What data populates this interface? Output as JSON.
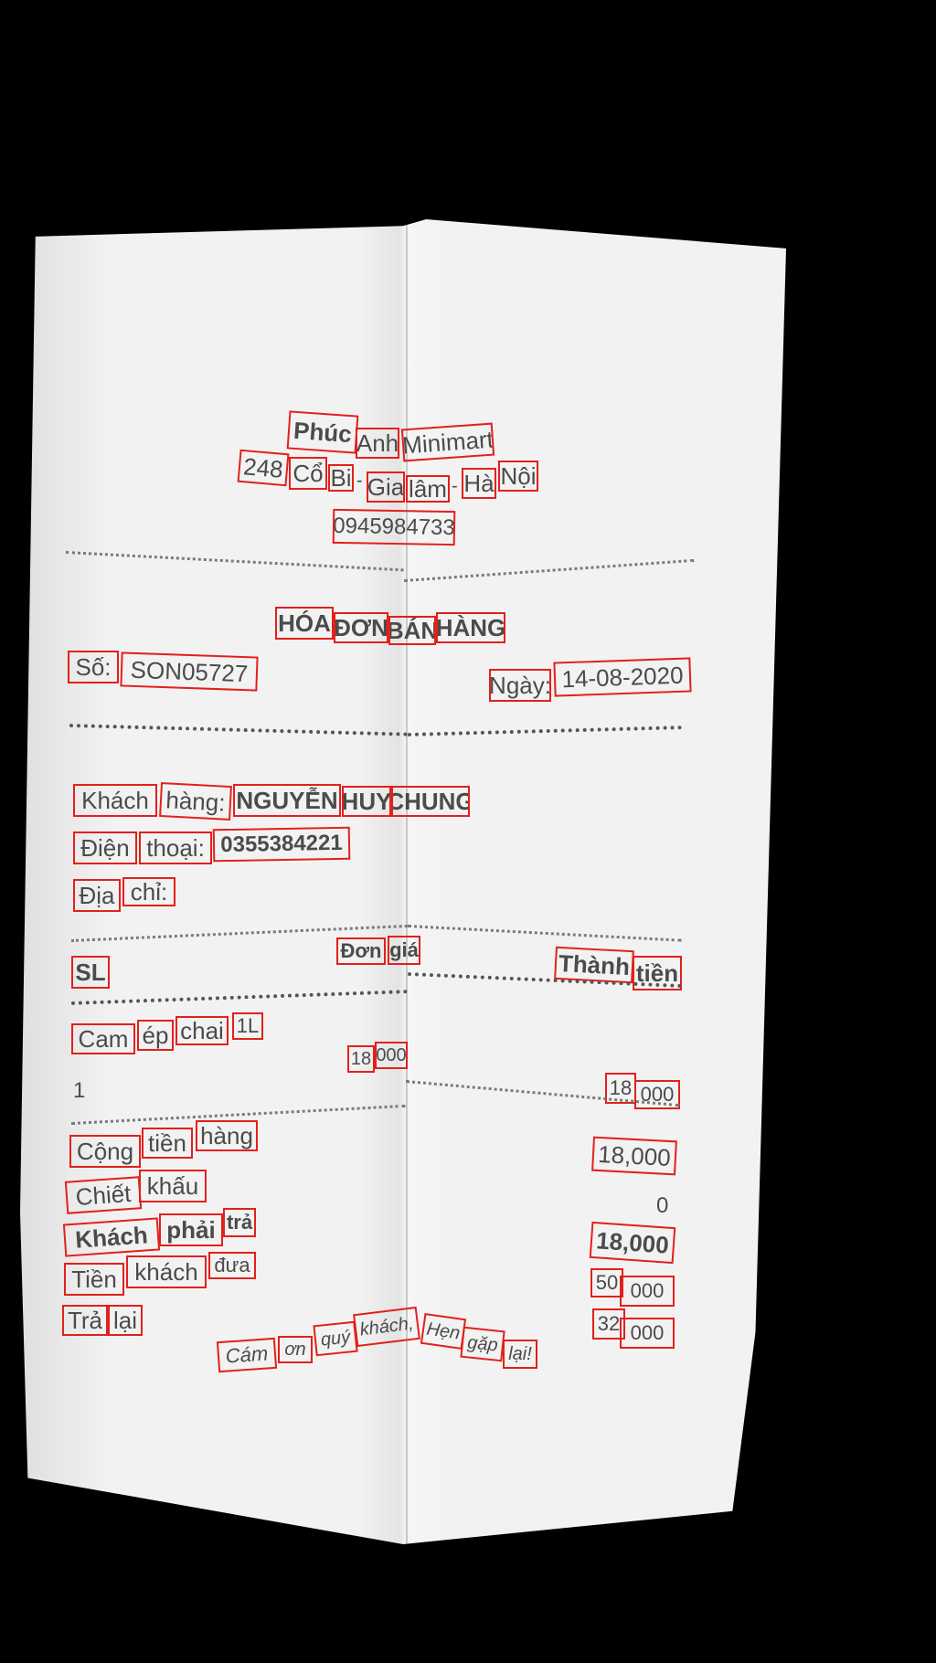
{
  "store": {
    "name": [
      "Phúc",
      "Anh",
      "Minimart"
    ],
    "address": [
      "248",
      "Cổ",
      "Bi",
      "-",
      "Gia",
      "lâm",
      "-",
      "Hà",
      "Nội"
    ],
    "phone": "0945984733"
  },
  "title": [
    "HÓA",
    "ĐƠN",
    "BÁN",
    "HÀNG"
  ],
  "invoice": {
    "number_label": "Số:",
    "number": "SON05727",
    "date_label": "Ngày:",
    "date": "14-08-2020"
  },
  "customer": {
    "name_label": [
      "Khách",
      "hàng:"
    ],
    "name": [
      "NGUYỄN",
      "HUY",
      "CHUNG"
    ],
    "phone_label": [
      "Điện",
      "thoại:"
    ],
    "phone": "0355384221",
    "address_label": [
      "Địa",
      "chỉ:"
    ]
  },
  "table_headers": {
    "qty": "SL",
    "unit_price": [
      "Đơn",
      "giá"
    ],
    "total": [
      "Thành",
      "tiền"
    ]
  },
  "items": [
    {
      "name": [
        "Cam",
        "ép",
        "chai",
        "1L"
      ],
      "unit_price": [
        "18",
        "000"
      ],
      "qty": "1",
      "total": [
        "18",
        "000"
      ]
    }
  ],
  "summary": {
    "subtotal_label": [
      "Cộng",
      "tiền",
      "hàng"
    ],
    "subtotal": "18,000",
    "discount_label": [
      "Chiết",
      "khấu"
    ],
    "discount": "0",
    "payable_label": [
      "Khách",
      "phải",
      "trả"
    ],
    "payable": "18,000",
    "paid_label": [
      "Tiền",
      "khách",
      "đưa"
    ],
    "paid": [
      "50",
      "000"
    ],
    "change_label": [
      "Trả",
      "lại"
    ],
    "change": [
      "32",
      "000"
    ]
  },
  "footer": [
    "Cám",
    "ơn",
    "quý",
    "khách,",
    "Hẹn",
    "gặp",
    "lại!"
  ],
  "colors": {
    "annotation_box": "#e3201b",
    "paper": "#f2f2f2",
    "background": "#000000"
  }
}
